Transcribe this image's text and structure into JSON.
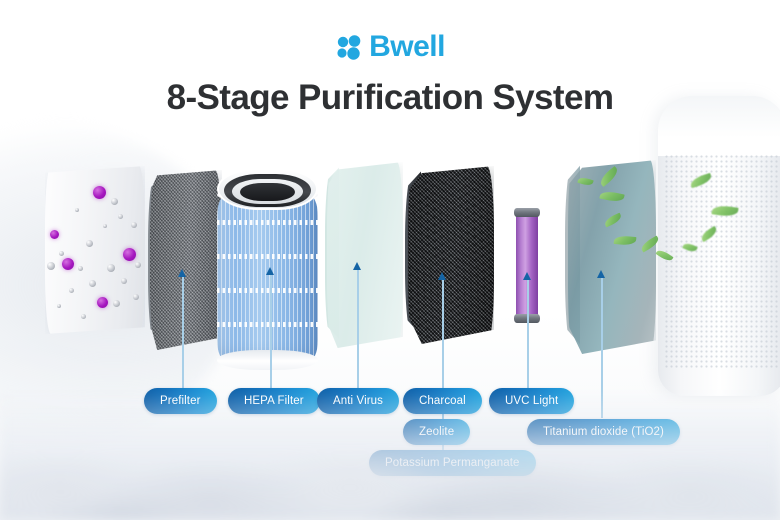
{
  "brand": {
    "name": "Bwell",
    "logo_icon": "four-circles-logo-icon",
    "accent_color": "#22a7e0"
  },
  "header": {
    "title": "8-Stage Purification System",
    "title_color": "#2e3033"
  },
  "stages": [
    {
      "index": 1,
      "label": "Prefilter",
      "visual": "dark-gray-mesh-panel",
      "badge_row": 1
    },
    {
      "index": 2,
      "label": "HEPA Filter",
      "visual": "blue-pleated-cylinder",
      "badge_row": 1
    },
    {
      "index": 3,
      "label": "Anti Virus",
      "visual": "translucent-mint-panel",
      "badge_row": 1
    },
    {
      "index": 4,
      "label": "Charcoal",
      "visual": "black-honeycomb-panel",
      "badge_row": 1
    },
    {
      "index": 5,
      "label": "Zeolite",
      "visual": "black-honeycomb-panel",
      "badge_row": 2
    },
    {
      "index": 6,
      "label": "Potassium Permanganate",
      "visual": "black-honeycomb-panel",
      "badge_row": 3
    },
    {
      "index": 7,
      "label": "UVC Light",
      "visual": "purple-uv-lamp-tube",
      "badge_row": 1
    },
    {
      "index": 8,
      "label": "Titanium dioxide (TiO2)",
      "visual": "teal-translucent-panel",
      "badge_row": 2
    }
  ],
  "decor": {
    "inlet_panel": "dirty-air-particles-panel",
    "germ_color": "#a516bf",
    "dust_color": "#8d939c",
    "leaf_color": "#79bf5c",
    "purifier_body": "white-air-purifier-with-mesh-grille",
    "mist_color": "#dfe4ec"
  },
  "badge_style": {
    "gradient_from": "#0d5fa8",
    "gradient_to": "#23a4de",
    "text_color": "#ffffff"
  },
  "connectors": {
    "line_color": "#a8cfe8",
    "arrow_color": "#1464a5"
  }
}
